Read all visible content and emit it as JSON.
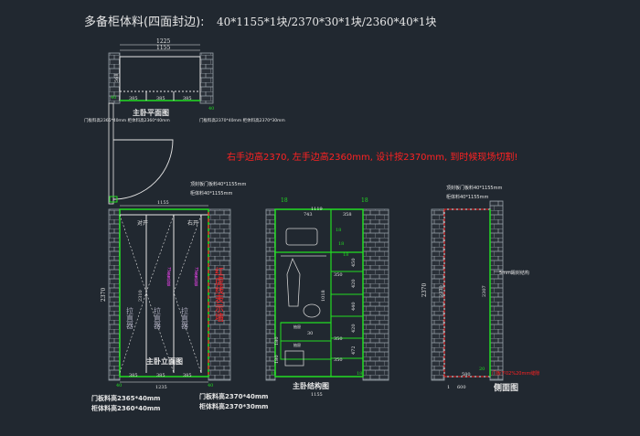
{
  "header": {
    "title_zh": "多备柜体料(四面封边):",
    "title_dims": "40*1155*1块/2370*30*1块/2360*40*1块"
  },
  "note": "右手边高2370, 左手边高2360mm, 设计按2370mm, 到时候现场切割!",
  "plan": {
    "caption": "主卧平面图",
    "width": "1225",
    "width2": "1155",
    "side": "568",
    "left_dim": "385",
    "mid_dim": "385",
    "right_dim": "385",
    "edge_a": "40",
    "edge_b": "40",
    "note_left": "门板料高2365*40mm 柜体料高2360*40mm",
    "note_right": "门板料高2370*40mm 柜体料高2370*30mm"
  },
  "elevation": {
    "caption": "主卧立面图",
    "top_note_1": "顶封板门板料40*1155mm",
    "top_note_2": "柜体料40*1155mm",
    "top_width": "1155",
    "height": "2370",
    "inner_height": "2310",
    "label_left_open": "对开",
    "label_right_open": "右开",
    "handle": "拉直器",
    "purple_note": "75度角铰链",
    "red_note": "红虚线表示墙",
    "bottom_a": "385",
    "bottom_b": "385",
    "bottom_c": "385",
    "bottom_total": "1235",
    "edge_a": "40",
    "edge_b": "40",
    "footer_left_1": "门板料高2365*40mm",
    "footer_left_2": "柜体料高2360*40mm",
    "footer_right_1": "门板料高2370*40mm",
    "footer_right_2": "柜体料高2370*30mm"
  },
  "structure": {
    "caption": "主卧结构图",
    "top": "18",
    "top_r": "18",
    "width": "1119",
    "left_col": "743",
    "right_col": "358",
    "d1": "18",
    "d2": "18",
    "d3": "18",
    "height": "1018",
    "v1": "450",
    "v2": "420",
    "v3": "440",
    "v4": "420",
    "v5": "472",
    "v6": "350",
    "v7": "350",
    "v8": "350",
    "bottom_w": "1155",
    "b1": "180",
    "b2": "180",
    "b3": "18",
    "b4": "18",
    "small_label": "30",
    "drawer_note": "抽屉"
  },
  "side": {
    "caption": "侧面图",
    "note_1": "顶封板门板料40*1155mm",
    "note_2": "柜体料40*1155mm",
    "height": "2370",
    "inner": "2330",
    "inner2": "2307",
    "mid_note": "5mm踢封结构",
    "depth": "600",
    "depth_in": "580",
    "edge": "20",
    "edge2": "1",
    "bottom_note": "门板下02%20mm缝隙"
  },
  "colors": {
    "background": "#212830",
    "line": "#e6e6e6",
    "green": "#22dd22",
    "red": "#ff2222",
    "magenta": "#ff44ff",
    "wall_hatch": "#9aa3ab"
  }
}
